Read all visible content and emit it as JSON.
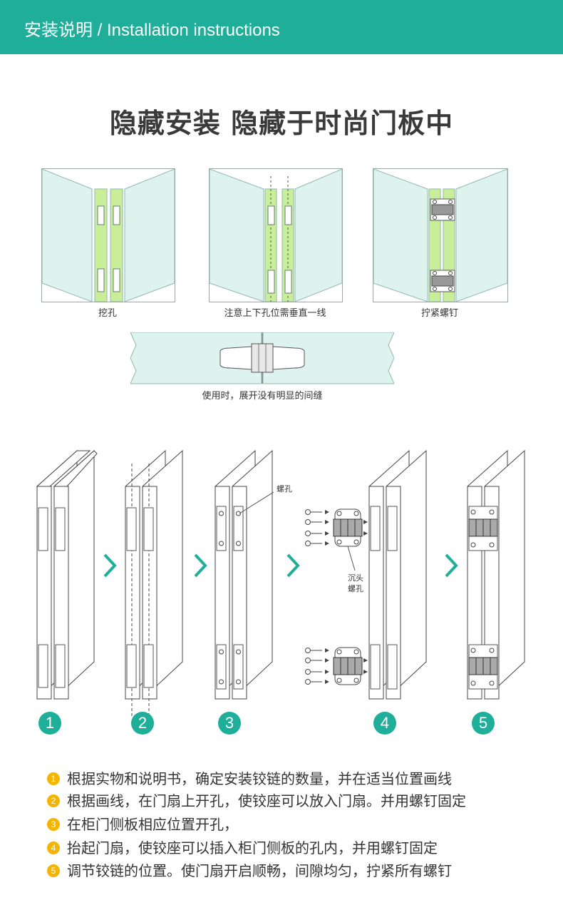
{
  "header": {
    "title": "安装说明 / Installation instructions"
  },
  "main_title": "隐藏安装  隐藏于时尚门板中",
  "panels": [
    {
      "caption": "挖孔"
    },
    {
      "caption": "注意上下孔位需垂直一线"
    },
    {
      "caption": "拧紧螺钉"
    }
  ],
  "gap_caption": "使用时，展开没有明显的间缝",
  "steps": [
    "1",
    "2",
    "3",
    "4",
    "5"
  ],
  "labels": {
    "screw_hole": "螺孔",
    "countersunk_1": "沉头",
    "countersunk_2": "螺孔"
  },
  "instructions": [
    {
      "num": "1",
      "text": "根据实物和说明书，确定安装铰链的数量，并在适当位置画线"
    },
    {
      "num": "2",
      "text": "根据画线，在门扇上开孔，使铰座可以放入门扇。并用螺钉固定"
    },
    {
      "num": "3",
      "text": "在柜门侧板相应位置开孔，"
    },
    {
      "num": "4",
      "text": "抬起门扇，使铰座可以插入柜门侧板的孔内，并用螺钉固定"
    },
    {
      "num": "5",
      "text": "调节铰链的位置。使门扇开启顺畅，间隙均匀，拧紧所有螺钉"
    }
  ],
  "colors": {
    "accent": "#1fae9a",
    "glass": "#dff3ee",
    "highlight": "#c9ee9a",
    "badge": "#f5b400"
  }
}
